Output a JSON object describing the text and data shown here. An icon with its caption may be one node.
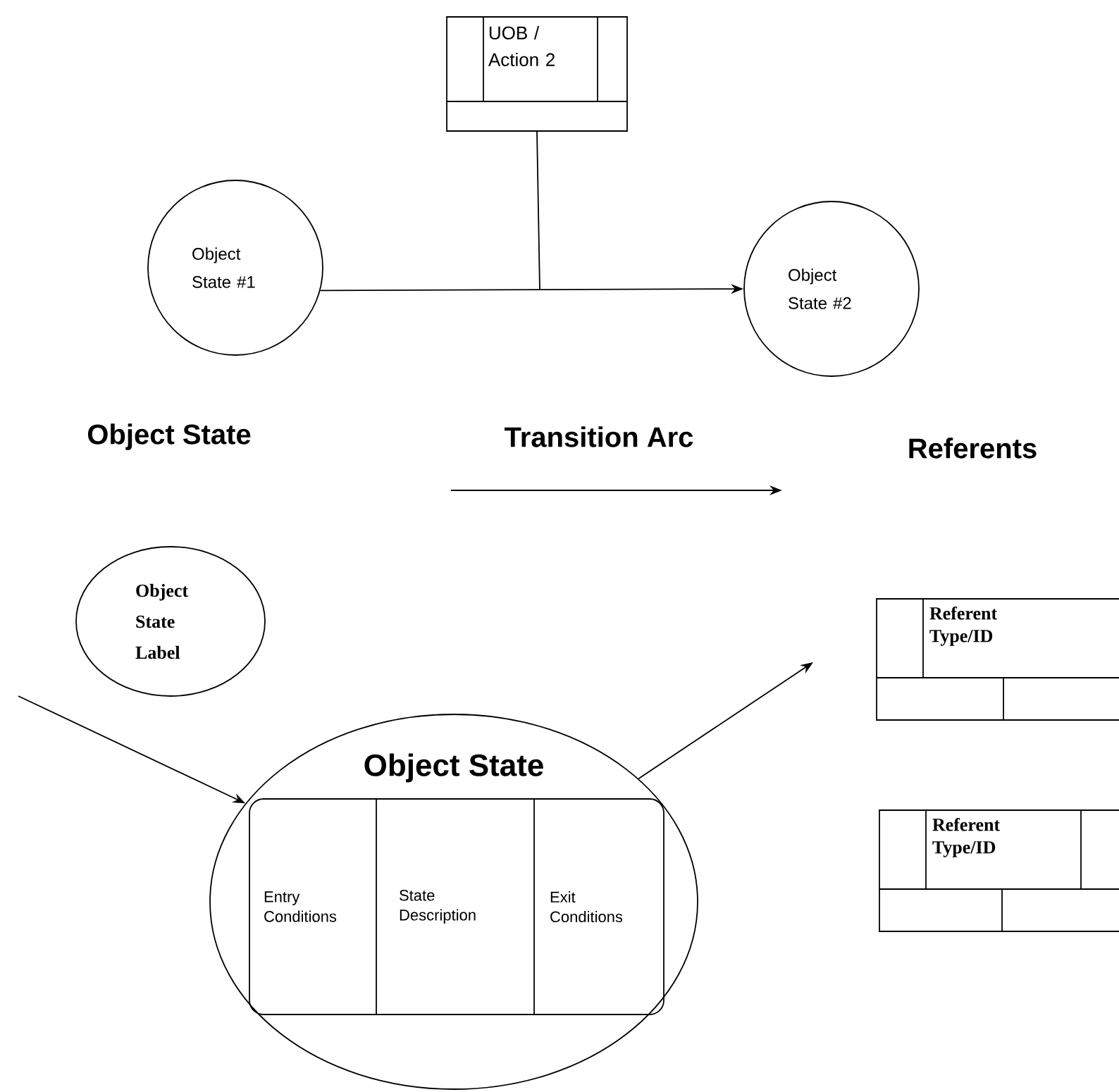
{
  "diagram": {
    "nodes": [
      {
        "text": [
          "UOB / Action 2"
        ]
      },
      {
        "text": [
          "Object State #1"
        ]
      },
      {
        "text": [
          "Object State #2"
        ]
      },
      {
        "text": [
          "Object State Label"
        ]
      },
      {
        "text": [
          "Object State"
        ]
      },
      {
        "text": [],
        "shape": "box",
        "in": 4
      },
      {
        "text": [
          "Entry Conditions"
        ],
        "in": 5
      },
      {
        "text": [
          "State Description"
        ],
        "in": 5
      },
      {
        "text": [
          "Exit Conditions"
        ],
        "in": 5
      },
      {
        "text": [
          "Referent Type/ID"
        ]
      },
      {
        "text": [
          "Referent Type/ID"
        ]
      }
    ],
    "edges": [
      {
        "from": 0,
        "to": null,
        "arrow": "none"
      },
      {
        "from": 1,
        "to": 2,
        "arrow": "to"
      },
      {
        "from": null,
        "to": 4,
        "arrow": "to"
      },
      {
        "from": 4,
        "to": null,
        "arrow": "to"
      }
    ],
    "labels": [
      "Object State",
      "Transition Arc",
      "Referents"
    ]
  }
}
